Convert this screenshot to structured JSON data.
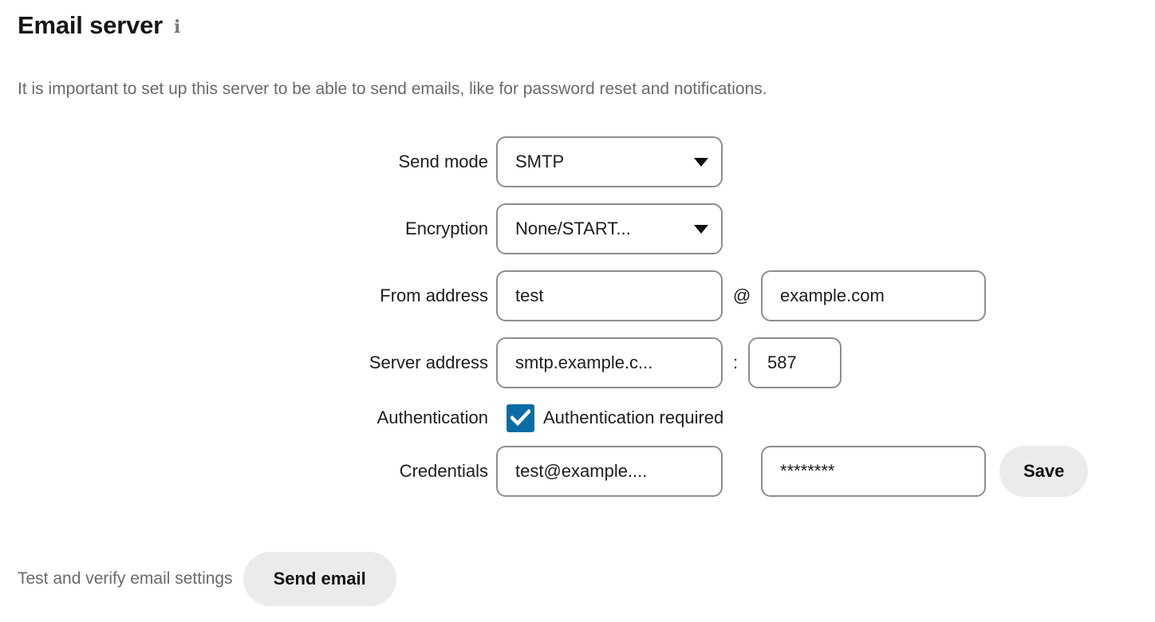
{
  "header": {
    "title": "Email server",
    "info_icon": "info-icon",
    "description": "It is important to set up this server to be able to send emails, like for password reset and notifications."
  },
  "form": {
    "send_mode": {
      "label": "Send mode",
      "value": "SMTP",
      "caret": "chevron-down-icon"
    },
    "encryption": {
      "label": "Encryption",
      "value": "None/START...",
      "caret": "chevron-down-icon"
    },
    "from_address": {
      "label": "From address",
      "user": "test",
      "separator": "@",
      "domain": "example.com"
    },
    "server_address": {
      "label": "Server address",
      "host": "smtp.example.c...",
      "separator": ":",
      "port": "587"
    },
    "authentication": {
      "label": "Authentication",
      "checkbox_label": "Authentication required",
      "checked": true,
      "checkbox_color": "#0a6ca5"
    },
    "credentials": {
      "label": "Credentials",
      "username": "test@example....",
      "password": "********",
      "save_label": "Save"
    }
  },
  "footer": {
    "test_text": "Test and verify email settings",
    "send_email_label": "Send email"
  }
}
